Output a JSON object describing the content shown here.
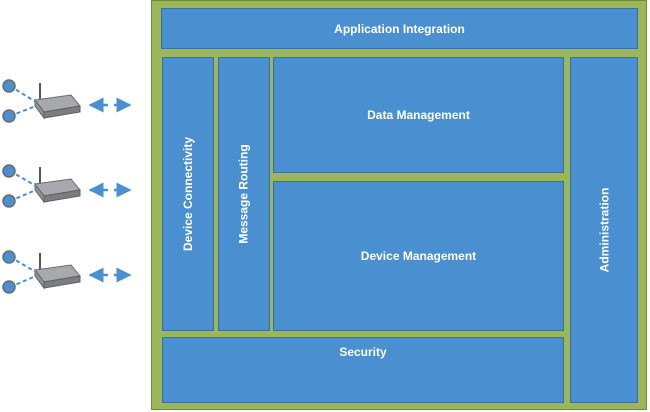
{
  "colors": {
    "frame": "#9ab85a",
    "block": "#4a8fd0",
    "label": "#ffffff",
    "link": "#4a8fd0",
    "router": "#8f9093"
  },
  "icons": {
    "device": "router-icon",
    "sensor": "sensor-node-icon",
    "link": "bidirectional-arrow-icon"
  },
  "architecture": {
    "application_integration": "Application Integration",
    "device_connectivity": "Device Connectivity",
    "message_routing": "Message Routing",
    "data_management": "Data Management",
    "device_management": "Device Management",
    "administration": "Administration",
    "security": "Security"
  }
}
